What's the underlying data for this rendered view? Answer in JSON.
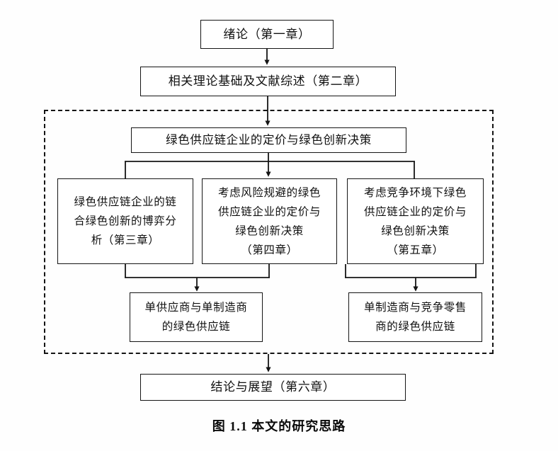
{
  "figure": {
    "caption": "图 1.1  本文的研究思路",
    "caption_label": "图 1.1",
    "caption_title": "本文的研究思路"
  },
  "nodes": {
    "intro": {
      "label": "绪论（第一章）"
    },
    "literature": {
      "label": "相关理论基础及文献综述（第二章）"
    },
    "core": {
      "label": "绿色供应链企业的定价与绿色创新决策"
    },
    "chapter3": {
      "label": "绿色供应链企业的链\n合绿色创新的博弈分\n析（第三章）"
    },
    "chapter4": {
      "label": "考虑风险规避的绿色\n供应链企业的定价与\n绿色创新决策\n（第四章）"
    },
    "chapter5": {
      "label": "考虑竞争环境下绿色\n供应链企业的定价与\n绿色创新决策\n（第五章）"
    },
    "supplychain1": {
      "label": "单供应商与单制造商\n的绿色供应链"
    },
    "supplychain2": {
      "label": "单制造商与竞争零售\n商的绿色供应链"
    },
    "conclusion": {
      "label": "结论与展望（第六章）"
    }
  },
  "group": {
    "name": "研究主体虚线框",
    "border_style": "dashed"
  },
  "colors": {
    "background": "#ffffff",
    "line": "#151515",
    "text": "#101010",
    "box_fill": "#ffffff"
  },
  "connectors": [
    {
      "from": "intro",
      "to": "literature",
      "type": "arrow-down"
    },
    {
      "from": "literature",
      "to": "core",
      "type": "arrow-down"
    },
    {
      "from": "core",
      "to": "chapter4",
      "type": "arrow-down"
    },
    {
      "from": "core",
      "to": "chapter3",
      "type": "bus-branch"
    },
    {
      "from": "core",
      "to": "chapter5",
      "type": "bus-branch"
    },
    {
      "from": "chapter3",
      "to": "supplychain1",
      "type": "merge-arrow"
    },
    {
      "from": "chapter4",
      "to": "supplychain1",
      "type": "merge-arrow"
    },
    {
      "from": "chapter4",
      "to": "supplychain2",
      "type": "merge-arrow"
    },
    {
      "from": "chapter5",
      "to": "supplychain2",
      "type": "merge-arrow"
    },
    {
      "from": "group",
      "to": "conclusion",
      "type": "arrow-down"
    }
  ]
}
